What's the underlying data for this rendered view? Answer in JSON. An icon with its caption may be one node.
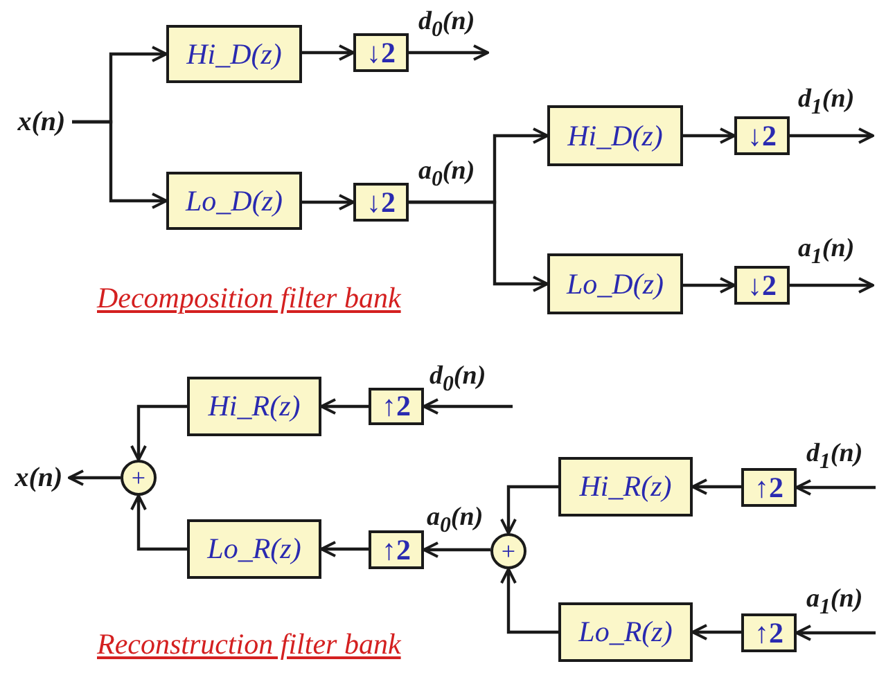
{
  "diagram": {
    "nodes": [
      {
        "text": [
          "x(n)"
        ]
      },
      {
        "text": [
          "Hi_D(z)"
        ]
      },
      {
        "text": [
          "↓2"
        ]
      },
      {
        "text": [
          "Lo_D(z)"
        ]
      },
      {
        "text": [
          "↓2"
        ]
      },
      {
        "text": [
          "Hi_D(z)"
        ]
      },
      {
        "text": [
          "↓2"
        ]
      },
      {
        "text": [
          "Lo_D(z)"
        ]
      },
      {
        "text": [
          "↓2"
        ]
      },
      {
        "text": [
          "x(n)"
        ]
      },
      {
        "text": [
          "Hi_R(z)"
        ]
      },
      {
        "text": [
          "↑2"
        ]
      },
      {
        "text": [
          "+"
        ]
      },
      {
        "text": [
          "Lo_R(z)"
        ]
      },
      {
        "text": [
          "↑2"
        ]
      },
      {
        "text": [
          "+"
        ]
      },
      {
        "text": [
          "Hi_R(z)"
        ]
      },
      {
        "text": [
          "↑2"
        ]
      },
      {
        "text": [
          "Lo_R(z)"
        ]
      },
      {
        "text": [
          "↑2"
        ]
      }
    ],
    "edges": [
      {
        "from": 0,
        "to": 1,
        "arrow": "to"
      },
      {
        "from": 0,
        "to": 3,
        "arrow": "to"
      },
      {
        "from": 1,
        "to": 2,
        "arrow": "to"
      },
      {
        "from": 3,
        "to": 4,
        "arrow": "to"
      },
      {
        "from": 2,
        "to": null,
        "arrow": "to",
        "label": "d$_{0}$(n)"
      },
      {
        "from": 4,
        "to": 5,
        "arrow": "to",
        "label": "a$_{0}$(n)"
      },
      {
        "from": 4,
        "to": 7,
        "arrow": "to"
      },
      {
        "from": 5,
        "to": 6,
        "arrow": "to"
      },
      {
        "from": 7,
        "to": 8,
        "arrow": "to"
      },
      {
        "from": 6,
        "to": null,
        "arrow": "to",
        "label": "d$_{1}$(n)"
      },
      {
        "from": 8,
        "to": null,
        "arrow": "to",
        "label": "a$_{1}$(n)"
      },
      {
        "from": null,
        "to": 11,
        "arrow": "to",
        "label": "d$_{0}$(n)"
      },
      {
        "from": 11,
        "to": 10,
        "arrow": "to"
      },
      {
        "from": 10,
        "to": 12,
        "arrow": "to"
      },
      {
        "from": 13,
        "to": 12,
        "arrow": "to"
      },
      {
        "from": 14,
        "to": 13,
        "arrow": "to"
      },
      {
        "from": 15,
        "to": 14,
        "arrow": "to",
        "label": "a$_{0}$(n)"
      },
      {
        "from": 12,
        "to": 9,
        "arrow": "to"
      },
      {
        "from": 16,
        "to": 15,
        "arrow": "to"
      },
      {
        "from": 18,
        "to": 15,
        "arrow": "to"
      },
      {
        "from": 17,
        "to": 16,
        "arrow": "to"
      },
      {
        "from": 19,
        "to": 18,
        "arrow": "to"
      },
      {
        "from": null,
        "to": 17,
        "arrow": "to",
        "label": "d$_{1}$(n)"
      },
      {
        "from": null,
        "to": 19,
        "arrow": "to",
        "label": "a$_{1}$(n)"
      }
    ],
    "labels": [
      "Decomposition filter bank",
      "Reconstruction filter bank"
    ]
  }
}
